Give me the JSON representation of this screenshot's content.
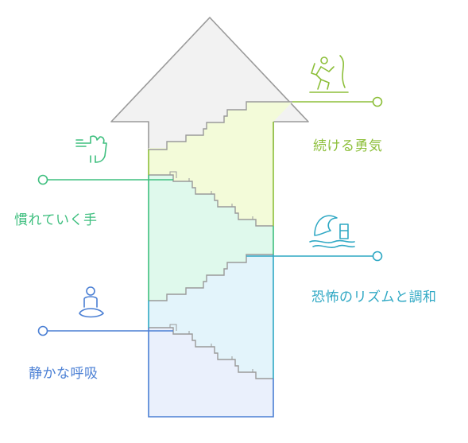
{
  "steps": [
    {
      "id": "courage",
      "label": "続ける勇気",
      "color": "#8dbf3a",
      "icon": "climber-icon"
    },
    {
      "id": "habit",
      "label": "慣れていく手",
      "color": "#3fbf7f",
      "icon": "hand-icon"
    },
    {
      "id": "rhythm",
      "label": "恐怖のリズムと調和",
      "color": "#2fa8c4",
      "icon": "wave-icon"
    },
    {
      "id": "breath",
      "label": "静かな呼吸",
      "color": "#4a7fd4",
      "icon": "meditation-icon"
    }
  ],
  "colors": {
    "arrow_head_fill": "#f2f2f2",
    "arrow_head_stroke": "#9a9a9a",
    "band_courage": "#f3fbd9",
    "band_habit": "#dff9ec",
    "band_rhythm": "#e3f4fb",
    "band_breath": "#eaf0fc"
  }
}
